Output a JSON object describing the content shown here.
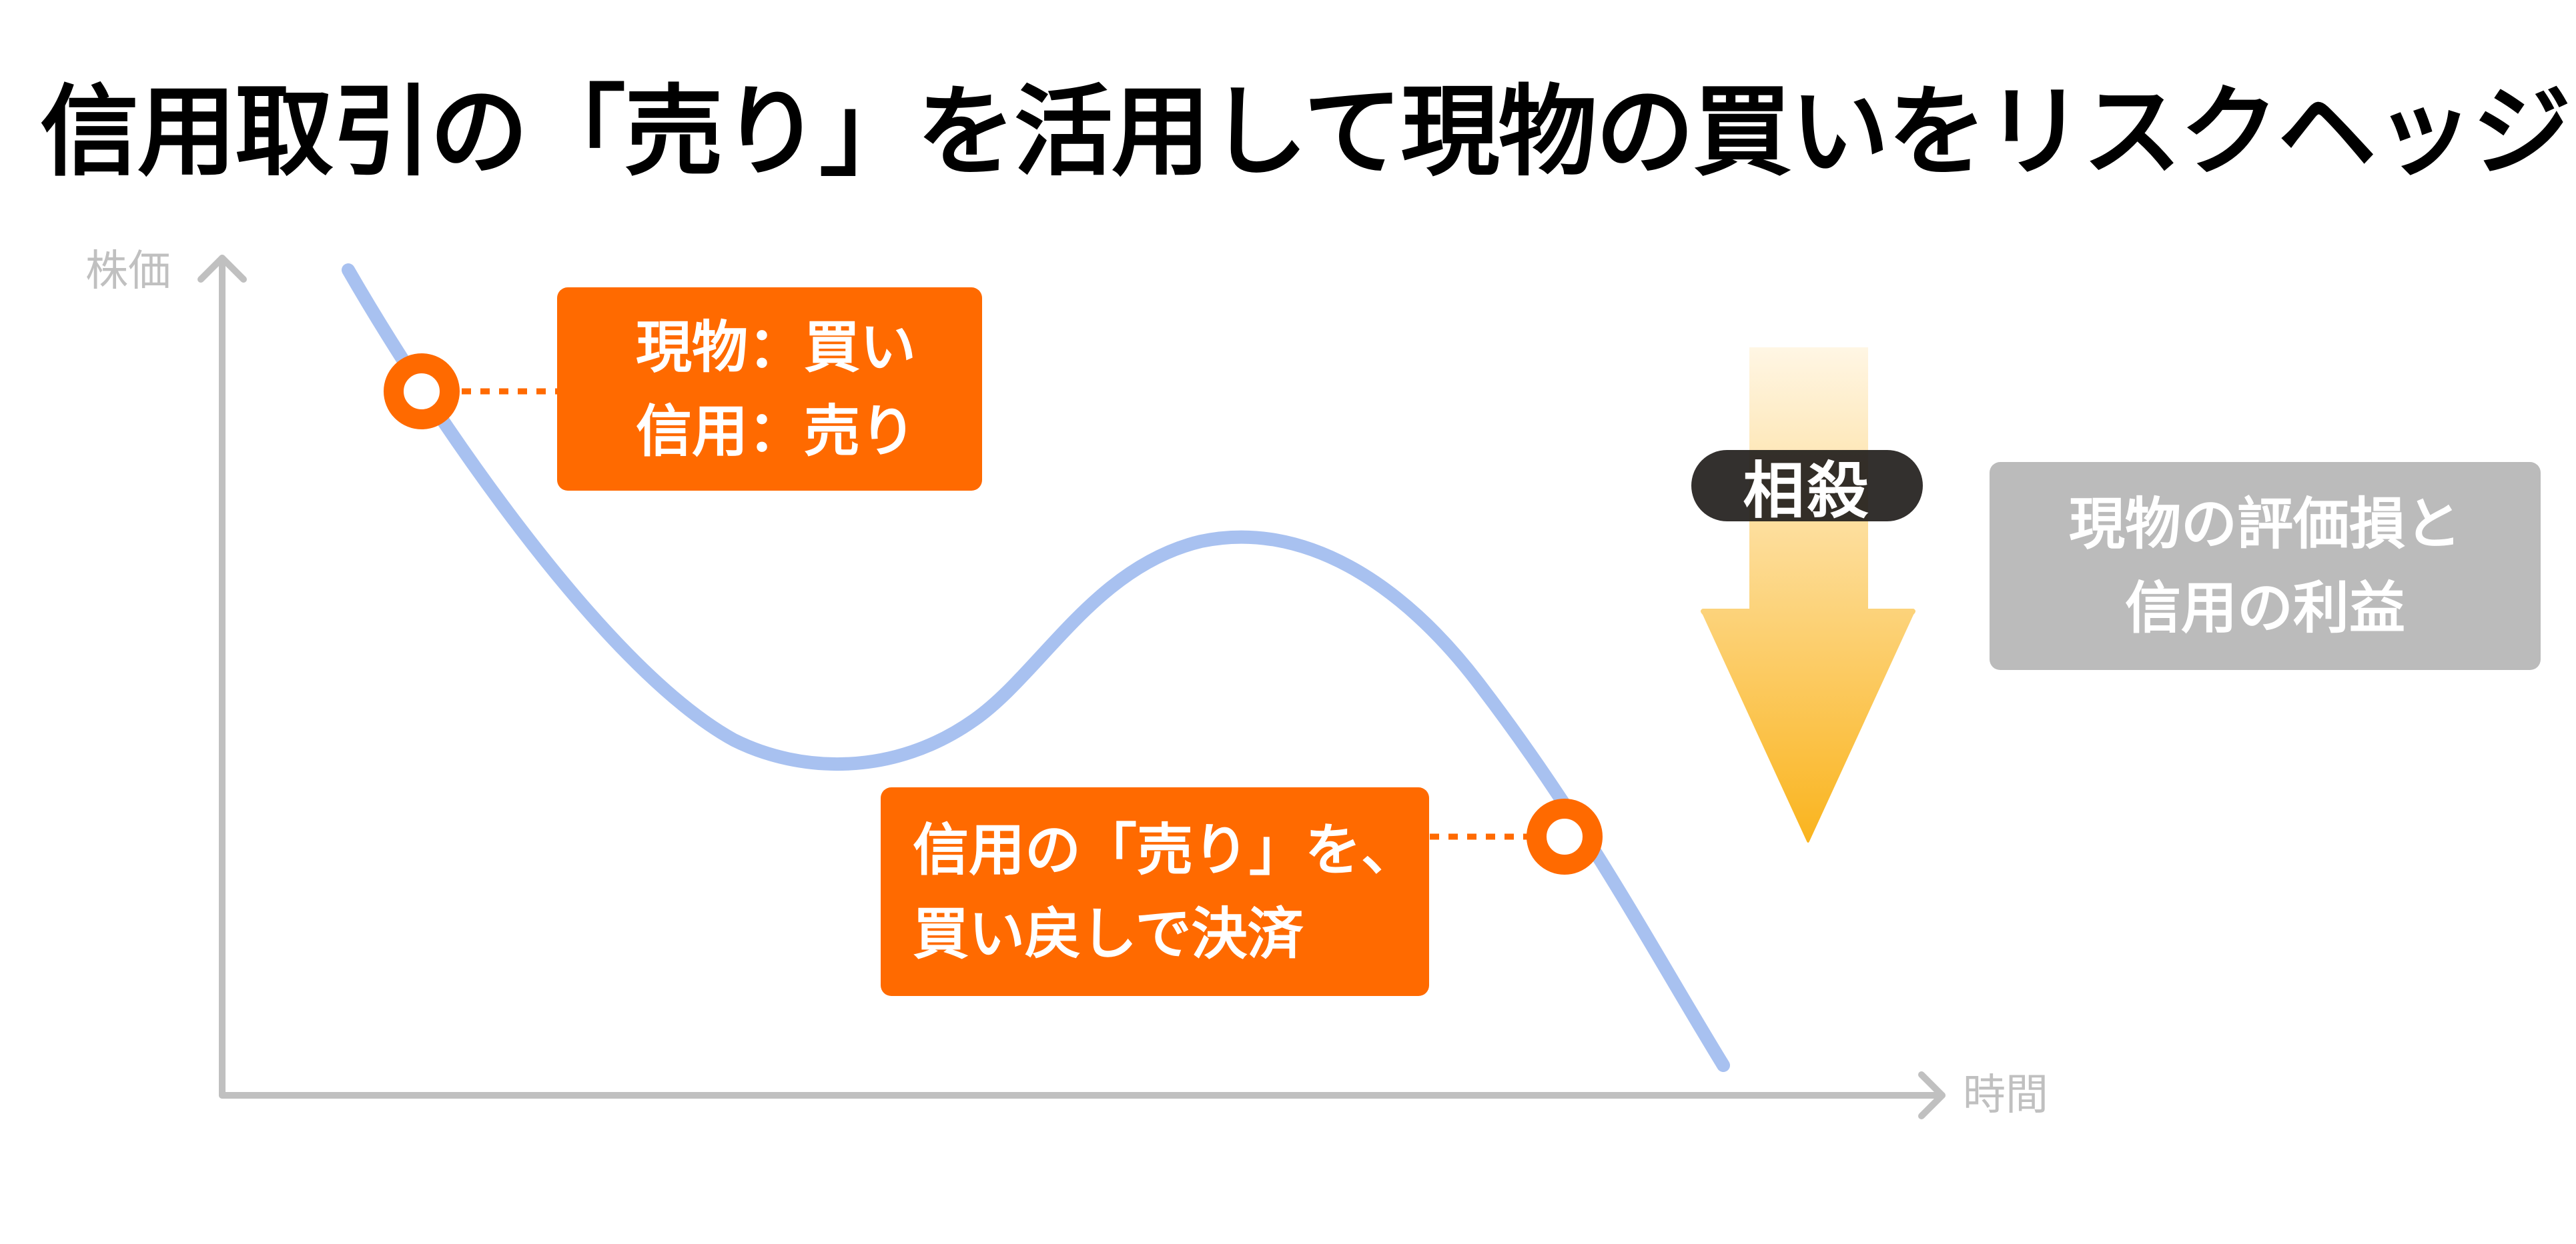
{
  "title": "信用取引の「売り」を活用して現物の買いをリスクヘッジ",
  "axes": {
    "y_label": "株価",
    "x_label": "時間"
  },
  "callouts": [
    {
      "lines": [
        "現物：買い",
        "信用：売り"
      ],
      "color": "#ff6a00"
    },
    {
      "lines": [
        "信用の「売り」を、",
        "買い戻しで決済"
      ],
      "color": "#ff6a00"
    }
  ],
  "offset_badge": {
    "label": "相殺",
    "color": "#333333"
  },
  "result_box": {
    "lines": [
      "現物の評価損と",
      "信用の利益"
    ],
    "color": "#bbbbbb"
  },
  "colors": {
    "price_line": "#a8c1f0",
    "marker": "#ff6a00",
    "axis": "#c0c0c0",
    "arrow_top": "#fff6e4",
    "arrow_bottom": "#fab41e"
  }
}
